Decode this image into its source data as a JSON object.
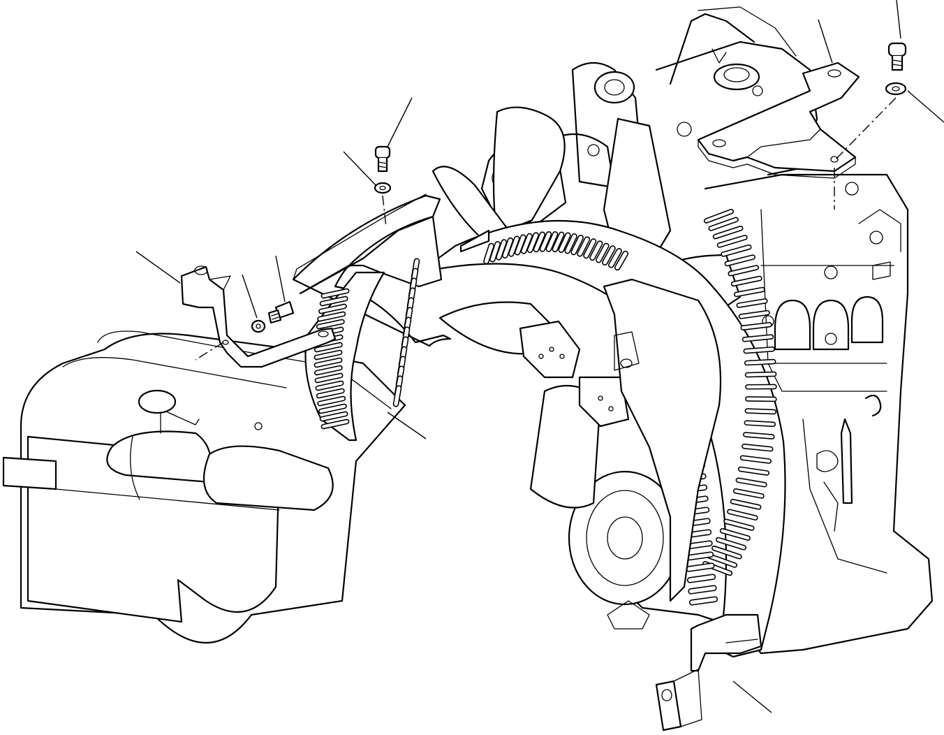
{
  "diagram": {
    "kind": "exploded parts illustration",
    "callouts": [],
    "parts": [
      {
        "name": "engine-block"
      },
      {
        "name": "radiator-grille"
      },
      {
        "name": "fan-guard-left"
      },
      {
        "name": "fan-guard-right"
      },
      {
        "name": "bracket-left"
      },
      {
        "name": "bracket-top"
      },
      {
        "name": "bolt"
      },
      {
        "name": "washer"
      }
    ]
  }
}
